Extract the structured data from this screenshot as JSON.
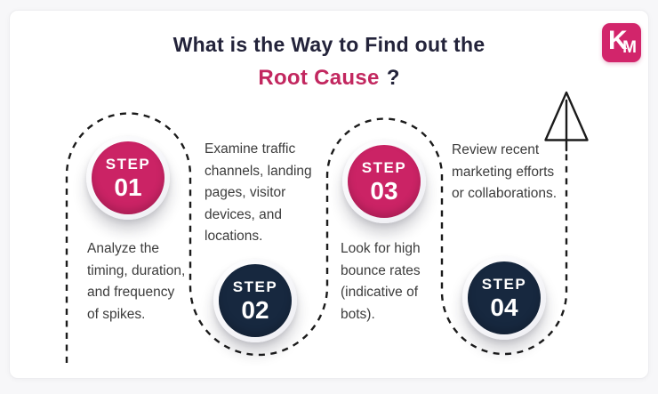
{
  "title": {
    "line1": "What is the Way to Find out the",
    "highlight": "Root Cause",
    "question_mark": "?"
  },
  "logo": {
    "letter_k": "K",
    "letter_m": "M"
  },
  "steps": [
    {
      "label": "STEP",
      "number": "01",
      "circle_color": "#cb2365",
      "lines": [
        "Analyze the",
        "timing, duration,",
        "and frequency",
        "of spikes."
      ]
    },
    {
      "label": "STEP",
      "number": "02",
      "circle_color": "#17283f",
      "lines": [
        "Examine traffic",
        "channels, landing",
        "pages, visitor",
        "devices, and",
        "locations."
      ]
    },
    {
      "label": "STEP",
      "number": "03",
      "circle_color": "#cb2365",
      "lines": [
        "Look for high",
        "bounce rates",
        "(indicative of",
        "bots)."
      ]
    },
    {
      "label": "STEP",
      "number": "04",
      "circle_color": "#17283f",
      "lines": [
        "Review recent",
        "marketing efforts",
        "or collaborations."
      ]
    }
  ],
  "colors": {
    "accent_pink": "#c2275f",
    "circle_pink": "#cb2365",
    "circle_navy": "#17283f",
    "title_text": "#23233a",
    "body_text": "#3c3c3c",
    "path_stroke": "#1b1b1b",
    "logo_background": "#d2256b"
  }
}
